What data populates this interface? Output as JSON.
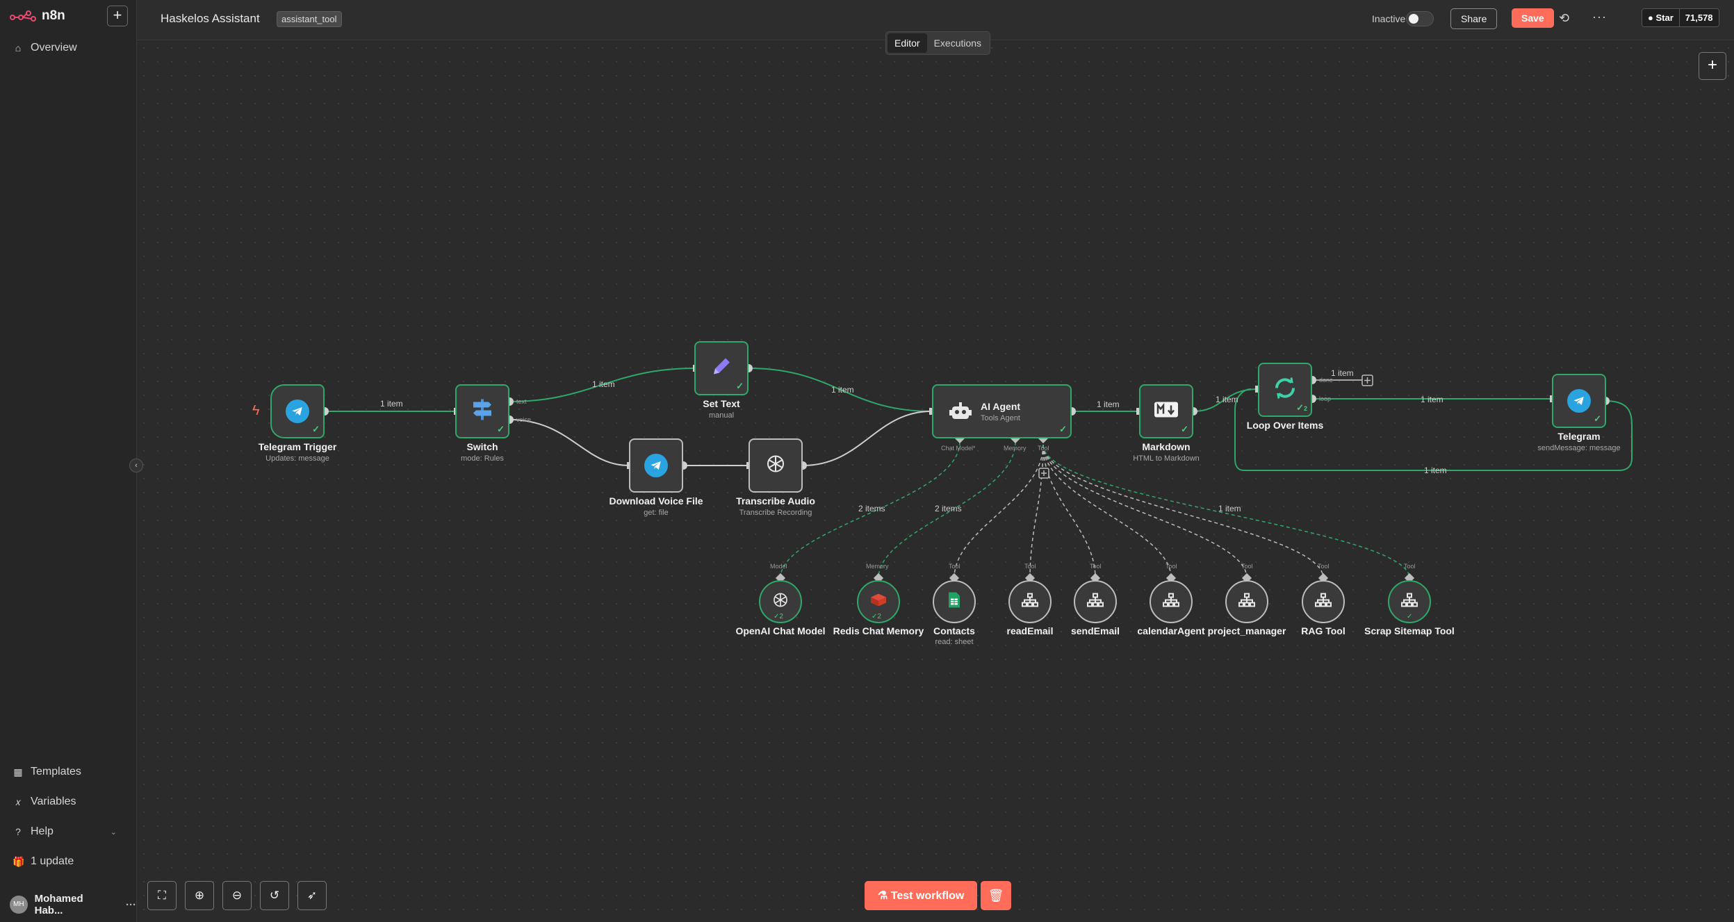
{
  "app": {
    "name": "n8n"
  },
  "sidebar": {
    "items": [
      {
        "label": "Overview",
        "icon": "home-icon"
      },
      {
        "label": "Templates",
        "icon": "templates-icon"
      },
      {
        "label": "Variables",
        "icon": "variables-icon"
      },
      {
        "label": "Help",
        "icon": "help-icon"
      },
      {
        "label": "1 update",
        "icon": "gift-icon"
      }
    ],
    "user": {
      "name": "Mohamed Hab...",
      "initials": "MH"
    }
  },
  "header": {
    "workflow_name": "Haskelos Assistant",
    "tag": "assistant_tool",
    "status_label": "Inactive",
    "share_label": "Share",
    "save_label": "Save",
    "github": {
      "star_label": "Star",
      "count": "71,578"
    },
    "tabs": [
      {
        "label": "Editor",
        "active": true
      },
      {
        "label": "Executions",
        "active": false
      }
    ]
  },
  "nodes": {
    "telegram_trigger": {
      "title": "Telegram Trigger",
      "subtitle": "Updates: message"
    },
    "switch": {
      "title": "Switch",
      "subtitle": "mode: Rules",
      "port_text": "text",
      "port_voice": "voice"
    },
    "set_text": {
      "title": "Set Text",
      "subtitle": "manual"
    },
    "download_voice": {
      "title": "Download Voice File",
      "subtitle": "get: file"
    },
    "transcribe": {
      "title": "Transcribe Audio",
      "subtitle": "Transcribe Recording"
    },
    "ai_agent": {
      "title": "AI Agent",
      "subtitle": "Tools Agent",
      "port_model": "Chat Model*",
      "port_memory": "Memory",
      "port_tool": "Tool"
    },
    "markdown": {
      "title": "Markdown",
      "subtitle": "HTML to Markdown"
    },
    "loop": {
      "title": "Loop Over Items",
      "port_done": "done",
      "port_loop": "loop",
      "badge": "2"
    },
    "telegram": {
      "title": "Telegram",
      "subtitle": "sendMessage: message"
    },
    "openai_model": {
      "title": "OpenAI Chat Model",
      "port": "Model",
      "badge": "2"
    },
    "redis_memory": {
      "title": "Redis Chat Memory",
      "port": "Memory",
      "badge": "2"
    },
    "contacts": {
      "title": "Contacts",
      "subtitle": "read: sheet",
      "port": "Tool"
    },
    "read_email": {
      "title": "readEmail",
      "port": "Tool"
    },
    "send_email": {
      "title": "sendEmail",
      "port": "Tool"
    },
    "calendar_agent": {
      "title": "calendarAgent",
      "port": "Tool"
    },
    "project_manager": {
      "title": "project_manager",
      "port": "Tool"
    },
    "rag_tool": {
      "title": "RAG Tool",
      "port": "Tool"
    },
    "scrap_sitemap": {
      "title": "Scrap Sitemap Tool",
      "port": "Tool"
    }
  },
  "edge_labels": {
    "trigger_switch": "1 item",
    "switch_settext": "1 item",
    "settext_agent": "1 item",
    "agent_markdown": "1 item",
    "markdown_loop": "1 item",
    "loop_done": "1 item",
    "loop_telegram": "1 item",
    "telegram_back": "1 item",
    "model_agent": "2 items",
    "memory_agent": "2 items",
    "tools_agent": "1 item"
  },
  "footer": {
    "test_label": "Test workflow"
  },
  "colors": {
    "accent": "#ff6d5a",
    "success": "#2fa869",
    "telegram": "#2aa3e1",
    "canvas": "#2b2b2b"
  }
}
